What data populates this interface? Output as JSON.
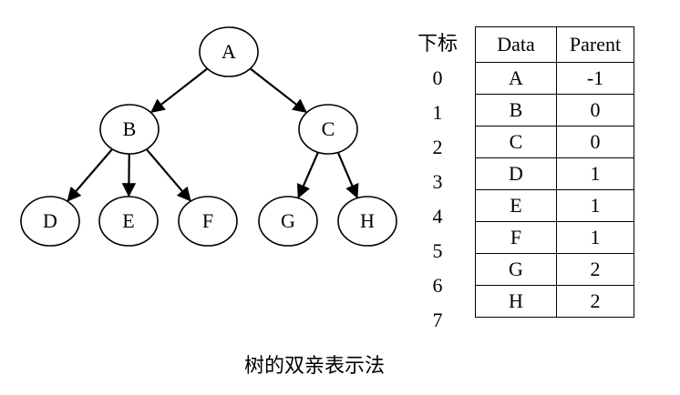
{
  "diagram": {
    "nodes": [
      {
        "id": "A",
        "label": "A"
      },
      {
        "id": "B",
        "label": "B"
      },
      {
        "id": "C",
        "label": "C"
      },
      {
        "id": "D",
        "label": "D"
      },
      {
        "id": "E",
        "label": "E"
      },
      {
        "id": "F",
        "label": "F"
      },
      {
        "id": "G",
        "label": "G"
      },
      {
        "id": "H",
        "label": "H"
      }
    ],
    "edges": [
      {
        "from": "A",
        "to": "B"
      },
      {
        "from": "A",
        "to": "C"
      },
      {
        "from": "B",
        "to": "D"
      },
      {
        "from": "B",
        "to": "E"
      },
      {
        "from": "B",
        "to": "F"
      },
      {
        "from": "C",
        "to": "G"
      },
      {
        "from": "C",
        "to": "H"
      }
    ]
  },
  "table": {
    "index_header": "下标",
    "headers": [
      "Data",
      "Parent"
    ],
    "rows": [
      {
        "index": "0",
        "data": "A",
        "parent": "-1"
      },
      {
        "index": "1",
        "data": "B",
        "parent": "0"
      },
      {
        "index": "2",
        "data": "C",
        "parent": "0"
      },
      {
        "index": "3",
        "data": "D",
        "parent": "1"
      },
      {
        "index": "4",
        "data": "E",
        "parent": "1"
      },
      {
        "index": "5",
        "data": "F",
        "parent": "1"
      },
      {
        "index": "6",
        "data": "G",
        "parent": "2"
      },
      {
        "index": "7",
        "data": "H",
        "parent": "2"
      }
    ]
  },
  "caption": "树的双亲表示法"
}
